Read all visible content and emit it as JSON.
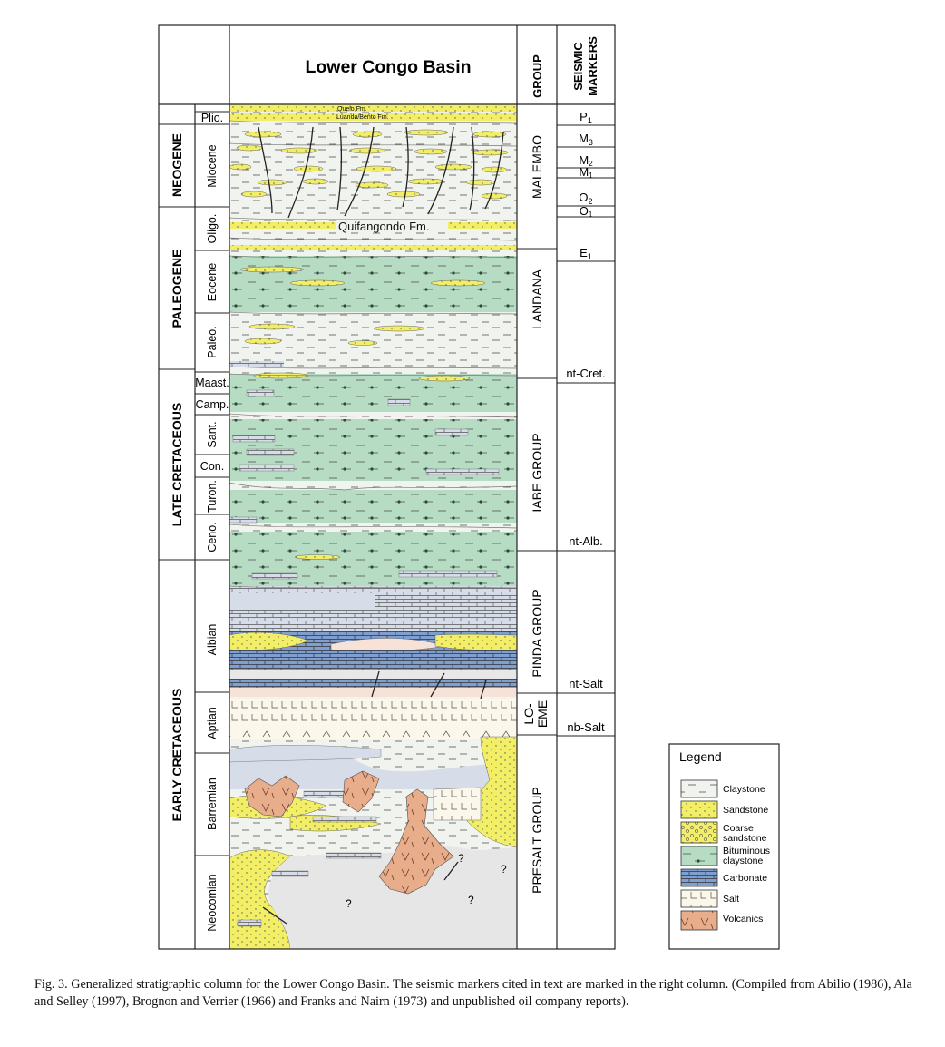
{
  "figure": {
    "title": "Lower Congo Basin",
    "headers": {
      "group": "GROUP",
      "seismic": [
        "SEISMIC",
        "MARKERS"
      ]
    },
    "periods": [
      "NEOGENE",
      "PALEOGENE",
      "LATE CRETACEOUS",
      "EARLY CRETACEOUS"
    ],
    "epochs": [
      "Plio.",
      "Miocene",
      "Oligo.",
      "Eocene",
      "Paleo.",
      "Maast.",
      "Camp.",
      "Sant.",
      "Con.",
      "Turon.",
      "Ceno.",
      "Albian",
      "Aptian",
      "Barremian",
      "Neocomian"
    ],
    "groups": [
      "MALEMBO",
      "LANDANA",
      "IABE GROUP",
      "PINDA GROUP",
      "LO-",
      "EME",
      "PRESALT GROUP"
    ],
    "markers": [
      {
        "base": "P",
        "sub": "1"
      },
      {
        "base": "M",
        "sub": "3"
      },
      {
        "base": "M",
        "sub": "2"
      },
      {
        "base": "M",
        "sub": "1"
      },
      {
        "base": "O",
        "sub": "2"
      },
      {
        "base": "O",
        "sub": "1"
      },
      {
        "base": "E",
        "sub": "1"
      },
      {
        "base": "nt-Cret.",
        "sub": ""
      },
      {
        "base": "nt-Alb.",
        "sub": ""
      },
      {
        "base": "nt-Salt",
        "sub": ""
      },
      {
        "base": "nb-Salt",
        "sub": ""
      }
    ],
    "formations": [
      "Quelo Fm.",
      "Luanda/Bento Fm.",
      "Quifangondo Fm."
    ],
    "unknowns": [
      "?",
      "?",
      "?",
      "?"
    ],
    "colors": {
      "claystone": "#f1f4ee",
      "sandstone": "#f2ee66",
      "bituminous": "#b6dcc3",
      "carbonate": "#7f9fd0",
      "salt": "#fbf7ea",
      "volcanics": "#e8ad8b",
      "light_blue": "#d6dde9",
      "grey": "#e6e6e6"
    }
  },
  "legend": {
    "title": "Legend",
    "items": [
      {
        "label": "Claystone",
        "key": "claystone"
      },
      {
        "label": "Sandstone",
        "key": "sandstone"
      },
      {
        "label": "Coarse sandstone",
        "key": "coarse"
      },
      {
        "label": "Bituminous claystone",
        "key": "bituminous"
      },
      {
        "label": "Carbonate",
        "key": "carbonate"
      },
      {
        "label": "Salt",
        "key": "salt"
      },
      {
        "label": "Volcanics",
        "key": "volcanics"
      }
    ]
  },
  "caption": "Fig. 3. Generalized stratigraphic column for the Lower Congo Basin. The seismic markers cited in text are marked in the right column. (Compiled from Abilio (1986), Ala and Selley (1997), Brognon and Verrier (1966) and Franks and Nairn (1973) and unpublished oil company reports)."
}
